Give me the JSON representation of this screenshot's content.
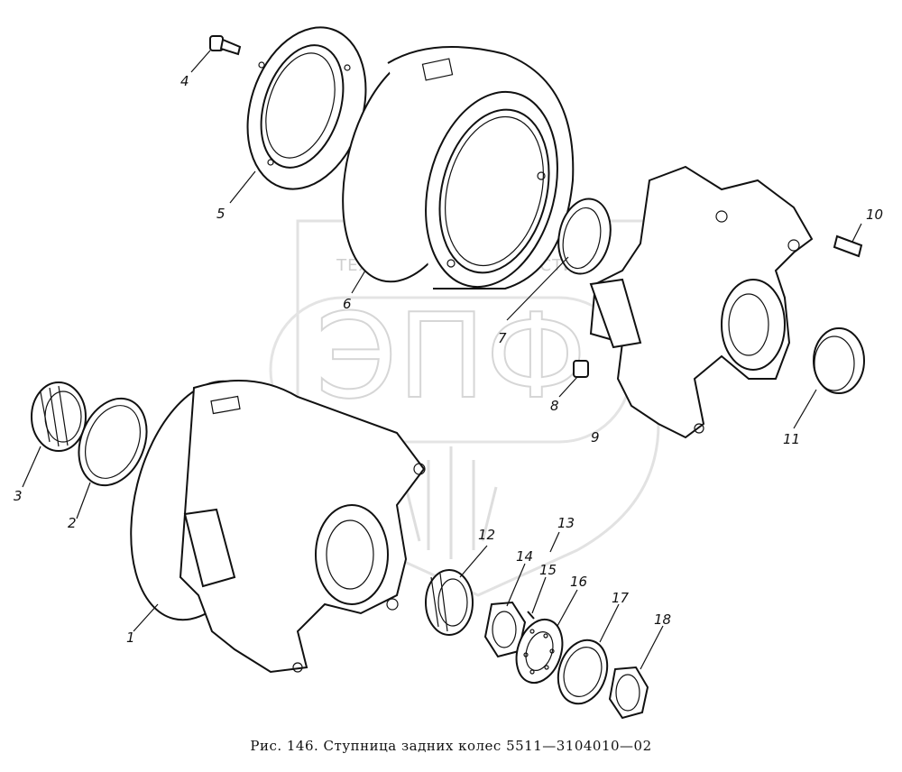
{
  "watermark": {
    "letters": "ЭПФ",
    "left_word": "ТЕХНИКА",
    "right_word": "ЗАПЧАСТИ"
  },
  "callouts": [
    {
      "id": "1",
      "text": "1"
    },
    {
      "id": "2",
      "text": "2"
    },
    {
      "id": "3",
      "text": "3"
    },
    {
      "id": "4",
      "text": "4"
    },
    {
      "id": "5",
      "text": "5"
    },
    {
      "id": "6",
      "text": "6"
    },
    {
      "id": "7",
      "text": "7"
    },
    {
      "id": "8",
      "text": "8"
    },
    {
      "id": "9",
      "text": "9"
    },
    {
      "id": "10",
      "text": "10"
    },
    {
      "id": "11",
      "text": "11"
    },
    {
      "id": "12",
      "text": "12"
    },
    {
      "id": "13",
      "text": "13"
    },
    {
      "id": "14",
      "text": "14"
    },
    {
      "id": "15",
      "text": "15"
    },
    {
      "id": "16",
      "text": "16"
    },
    {
      "id": "17",
      "text": "17"
    },
    {
      "id": "18",
      "text": "18"
    }
  ],
  "caption": "Рис. 146. Ступница задних колес 5511—3104010—02"
}
